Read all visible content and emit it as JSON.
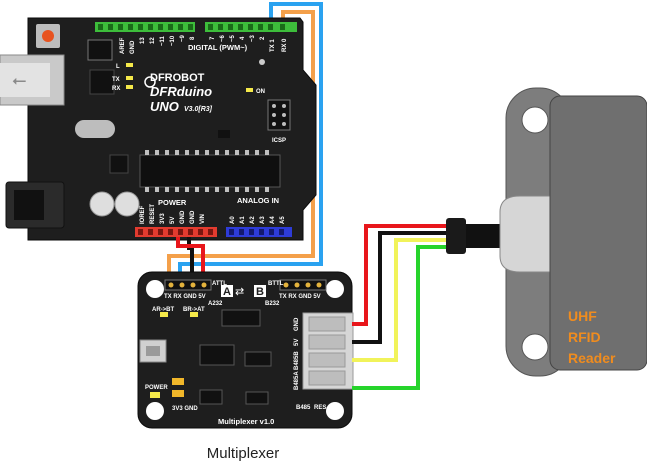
{
  "arduino": {
    "brand_line1": "DFROBOT",
    "brand_line2": "DFRduino",
    "model": "UNO",
    "version": "V3.0[R3]",
    "digital_header": "DIGITAL (PWM~)",
    "analog_header": "ANALOG IN",
    "power_header": "POWER",
    "aref": "AREF",
    "gnd": "GND",
    "d13": "13",
    "d12": "12",
    "d11": "~11",
    "d10": "~10",
    "d9": "~9",
    "d8": "8",
    "d7": "7",
    "d6": "~6",
    "d5": "~5",
    "d4": "4",
    "d3": "~3",
    "d2": "2",
    "tx1": "TX 1",
    "rx0": "RX 0",
    "led_l": "L",
    "led_tx": "TX",
    "led_rx": "RX",
    "led_on": "ON",
    "icsp": "ICSP",
    "ioref": "IOREF",
    "reset": "RESET",
    "v33": "3V3",
    "v5": "5V",
    "gnd1": "GND",
    "gnd2": "GND",
    "vin": "VIN",
    "a0": "A0",
    "a1": "A1",
    "a2": "A2",
    "a3": "A3",
    "a4": "A4",
    "a5": "A5"
  },
  "multiplexer": {
    "board_label": "Multiplexer v1.0",
    "caption": "Multiplexer",
    "a_label": "A",
    "b_label": "B",
    "attl": "ATTL",
    "bttl": "BTTL",
    "left_pins": "TX RX GND 5V",
    "right_pins": "TX RX GND 5V",
    "a232": "A232",
    "b232": "B232",
    "led_ar_bt": "AR->BT",
    "led_br_at": "BR->AT",
    "gnd_v": "GND",
    "v5_v": "5V",
    "b485b": "B485B",
    "b485a": "B485A",
    "b485": "B485",
    "res": "RES",
    "power": "POWER",
    "v33_gnd": "3V3 GND"
  },
  "reader": {
    "line1": "UHF",
    "line2": "RFID",
    "line3": "Reader"
  },
  "colors": {
    "board": "#1e1e1e",
    "wire_blue": "#2aa2f0",
    "wire_orange": "#f4a04a",
    "wire_red": "#e8161b",
    "wire_black": "#111111",
    "wire_yellow": "#f1f35a",
    "wire_green": "#26d42b",
    "reader_body": "#7d7d7d",
    "reader_text": "#f08c1e",
    "header_green": "#3dbd3b",
    "header_red": "#e33b2f",
    "header_blue": "#2e3cd8"
  }
}
